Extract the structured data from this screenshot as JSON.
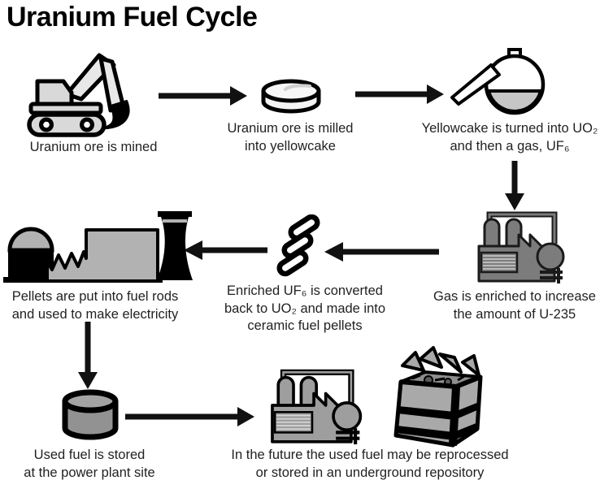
{
  "title": "Uranium Fuel Cycle",
  "colors": {
    "background": "#ffffff",
    "text": "#231f20",
    "arrow": "#111111",
    "outline": "#000000",
    "excavator_body": "#d9d9d9",
    "yellowcake": "#f2f2f2",
    "flask_liquid": "#c6c6c6",
    "enrichment_plant_gray": "#7c7c7c",
    "power_plant_gray": "#b2b2b2",
    "cask_gray": "#929292",
    "reprocessing_plant_gray": "#9e9e9e",
    "waste_box_gray": "#a9a9a9"
  },
  "steps": {
    "mined": {
      "icon": "excavator-icon",
      "lines": [
        "Uranium ore is mined"
      ]
    },
    "milled": {
      "icon": "yellowcake-disc-icon",
      "lines": [
        "Uranium ore is milled",
        "into yellowcake"
      ]
    },
    "converted": {
      "icon": "retort-flask-icon",
      "lines": [
        "Yellowcake is turned into UO₂",
        "and then a gas, UF₆"
      ]
    },
    "enriched": {
      "icon": "enrichment-plant-icon",
      "lines": [
        "Gas is enriched to increase",
        "the amount of U-235"
      ]
    },
    "pellets": {
      "icon": "fuel-pellets-icon",
      "lines": [
        "Enriched UF₆ is converted",
        "back to UO₂ and made into",
        "ceramic fuel pellets"
      ]
    },
    "reactor": {
      "icon": "power-plant-icon",
      "lines": [
        "Pellets are put into fuel rods",
        "and used to make electricity"
      ]
    },
    "storage": {
      "icon": "storage-cask-icon",
      "lines": [
        "Used fuel is stored",
        "at the power plant site"
      ]
    },
    "future": {
      "icon": "reprocessing-plant-icon, waste-container-icon",
      "lines": [
        "In the future the used fuel may be reprocessed",
        "or stored in an underground repository"
      ]
    }
  },
  "flow": [
    "mined → milled",
    "milled → converted",
    "converted → enriched",
    "enriched → pellets",
    "pellets → reactor",
    "reactor → storage",
    "storage → future"
  ]
}
